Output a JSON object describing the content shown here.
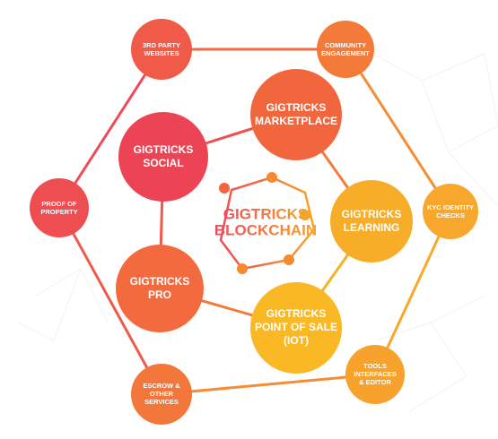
{
  "center": {
    "line1": "GIGTRICKS",
    "line2": "BLOCKCHAIN",
    "color_start": "#f04a5a",
    "color_end": "#f7a52a"
  },
  "colors": {
    "red": "#ee4b55",
    "red_orange": "#f2633f",
    "orange": "#f58a2e",
    "amber": "#f7a52a",
    "yellow": "#f9b824",
    "center_dot": "#f58a2e"
  },
  "outer_nodes": [
    {
      "id": "third-party-websites",
      "lines": [
        "3RD PARTY",
        "WEBSITES"
      ],
      "color": "#f05a48"
    },
    {
      "id": "community-engagement",
      "lines": [
        "COMMUNITY",
        "ENGAGEMENT"
      ],
      "color": "#f47a3a"
    },
    {
      "id": "kyc-identity-checks",
      "lines": [
        "KYC IDENTITY",
        "CHECKS"
      ],
      "color": "#f7a82c"
    },
    {
      "id": "tools-interfaces-editor",
      "lines": [
        "TOOLS",
        "INTERFACES",
        "& EDITOR"
      ],
      "color": "#f7a22c"
    },
    {
      "id": "escrow-other-services",
      "lines": [
        "ESCROW &",
        "OTHER",
        "SERVICES"
      ],
      "color": "#f3763a"
    },
    {
      "id": "proof-of-property",
      "lines": [
        "PROOF OF",
        "PROPERTY"
      ],
      "color": "#ee4d52"
    }
  ],
  "inner_nodes": [
    {
      "id": "gigtricks-marketplace",
      "lines": [
        "GIGTRICKS",
        "MARKETPLACE"
      ],
      "color": "#f2663e"
    },
    {
      "id": "gigtricks-learning",
      "lines": [
        "GIGTRICKS",
        "LEARNING"
      ],
      "color": "#f8ad28"
    },
    {
      "id": "gigtricks-point-of-sale",
      "lines": [
        "GIGTRICKS",
        "POINT OF SALE",
        "(IOT)"
      ],
      "color": "#f9b824"
    },
    {
      "id": "gigtricks-pro",
      "lines": [
        "GIGTRICKS",
        "PRO"
      ],
      "color": "#f26a3e"
    },
    {
      "id": "gigtricks-social",
      "lines": [
        "GIGTRICKS",
        "SOCIAL"
      ],
      "color": "#ec4454"
    }
  ]
}
